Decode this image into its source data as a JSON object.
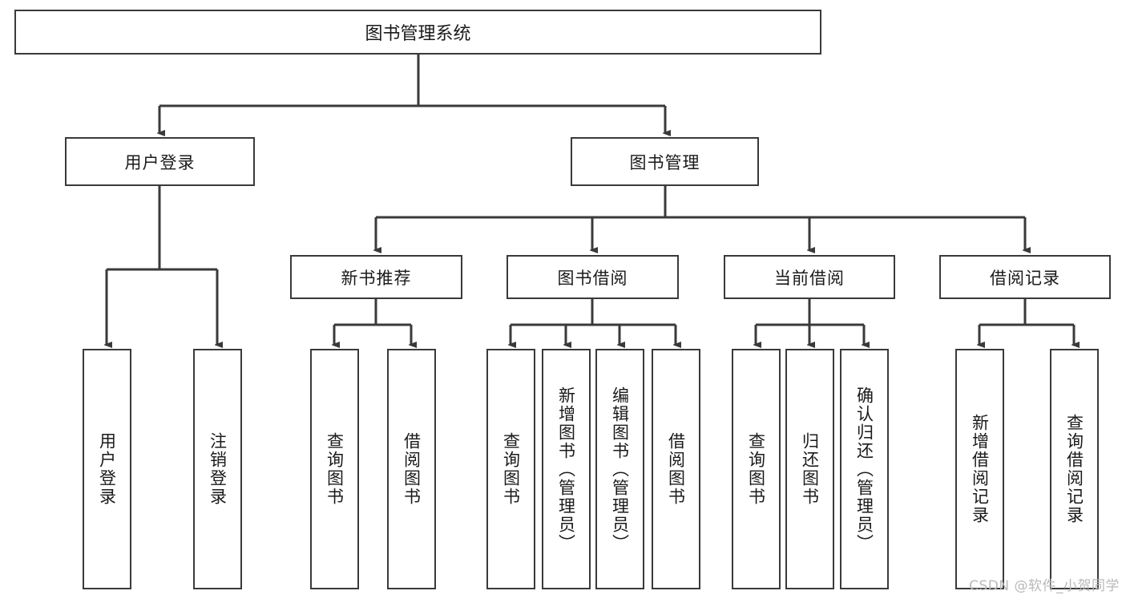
{
  "diagram": {
    "type": "tree",
    "title": "图书管理系统",
    "watermark": "CSDN @软件_小贺同学",
    "colors": {
      "box_border": "#3a3a3a",
      "box_fill": "#ffffff",
      "connector": "#3a3a3a",
      "text": "#1a1a1a",
      "watermark": "#b9b9b9"
    },
    "root": {
      "label": "图书管理系统"
    },
    "level2": [
      {
        "label": "用户登录"
      },
      {
        "label": "图书管理"
      }
    ],
    "level3": [
      {
        "label": "新书推荐"
      },
      {
        "label": "图书借阅"
      },
      {
        "label": "当前借阅"
      },
      {
        "label": "借阅记录"
      }
    ],
    "leaves": {
      "user_login": [
        {
          "label": "用户登录"
        },
        {
          "label": "注销登录"
        }
      ],
      "new_book_recommend": [
        {
          "label": "查询图书"
        },
        {
          "label": "借阅图书"
        }
      ],
      "book_borrow": [
        {
          "label": "查询图书"
        },
        {
          "label": "新增图书（管理员）"
        },
        {
          "label": "编辑图书（管理员）"
        },
        {
          "label": "借阅图书"
        }
      ],
      "current_borrow": [
        {
          "label": "查询图书"
        },
        {
          "label": "归还图书"
        },
        {
          "label": "确认归还（管理员）"
        }
      ],
      "borrow_record": [
        {
          "label": "新增借阅记录"
        },
        {
          "label": "查询借阅记录"
        }
      ]
    }
  }
}
